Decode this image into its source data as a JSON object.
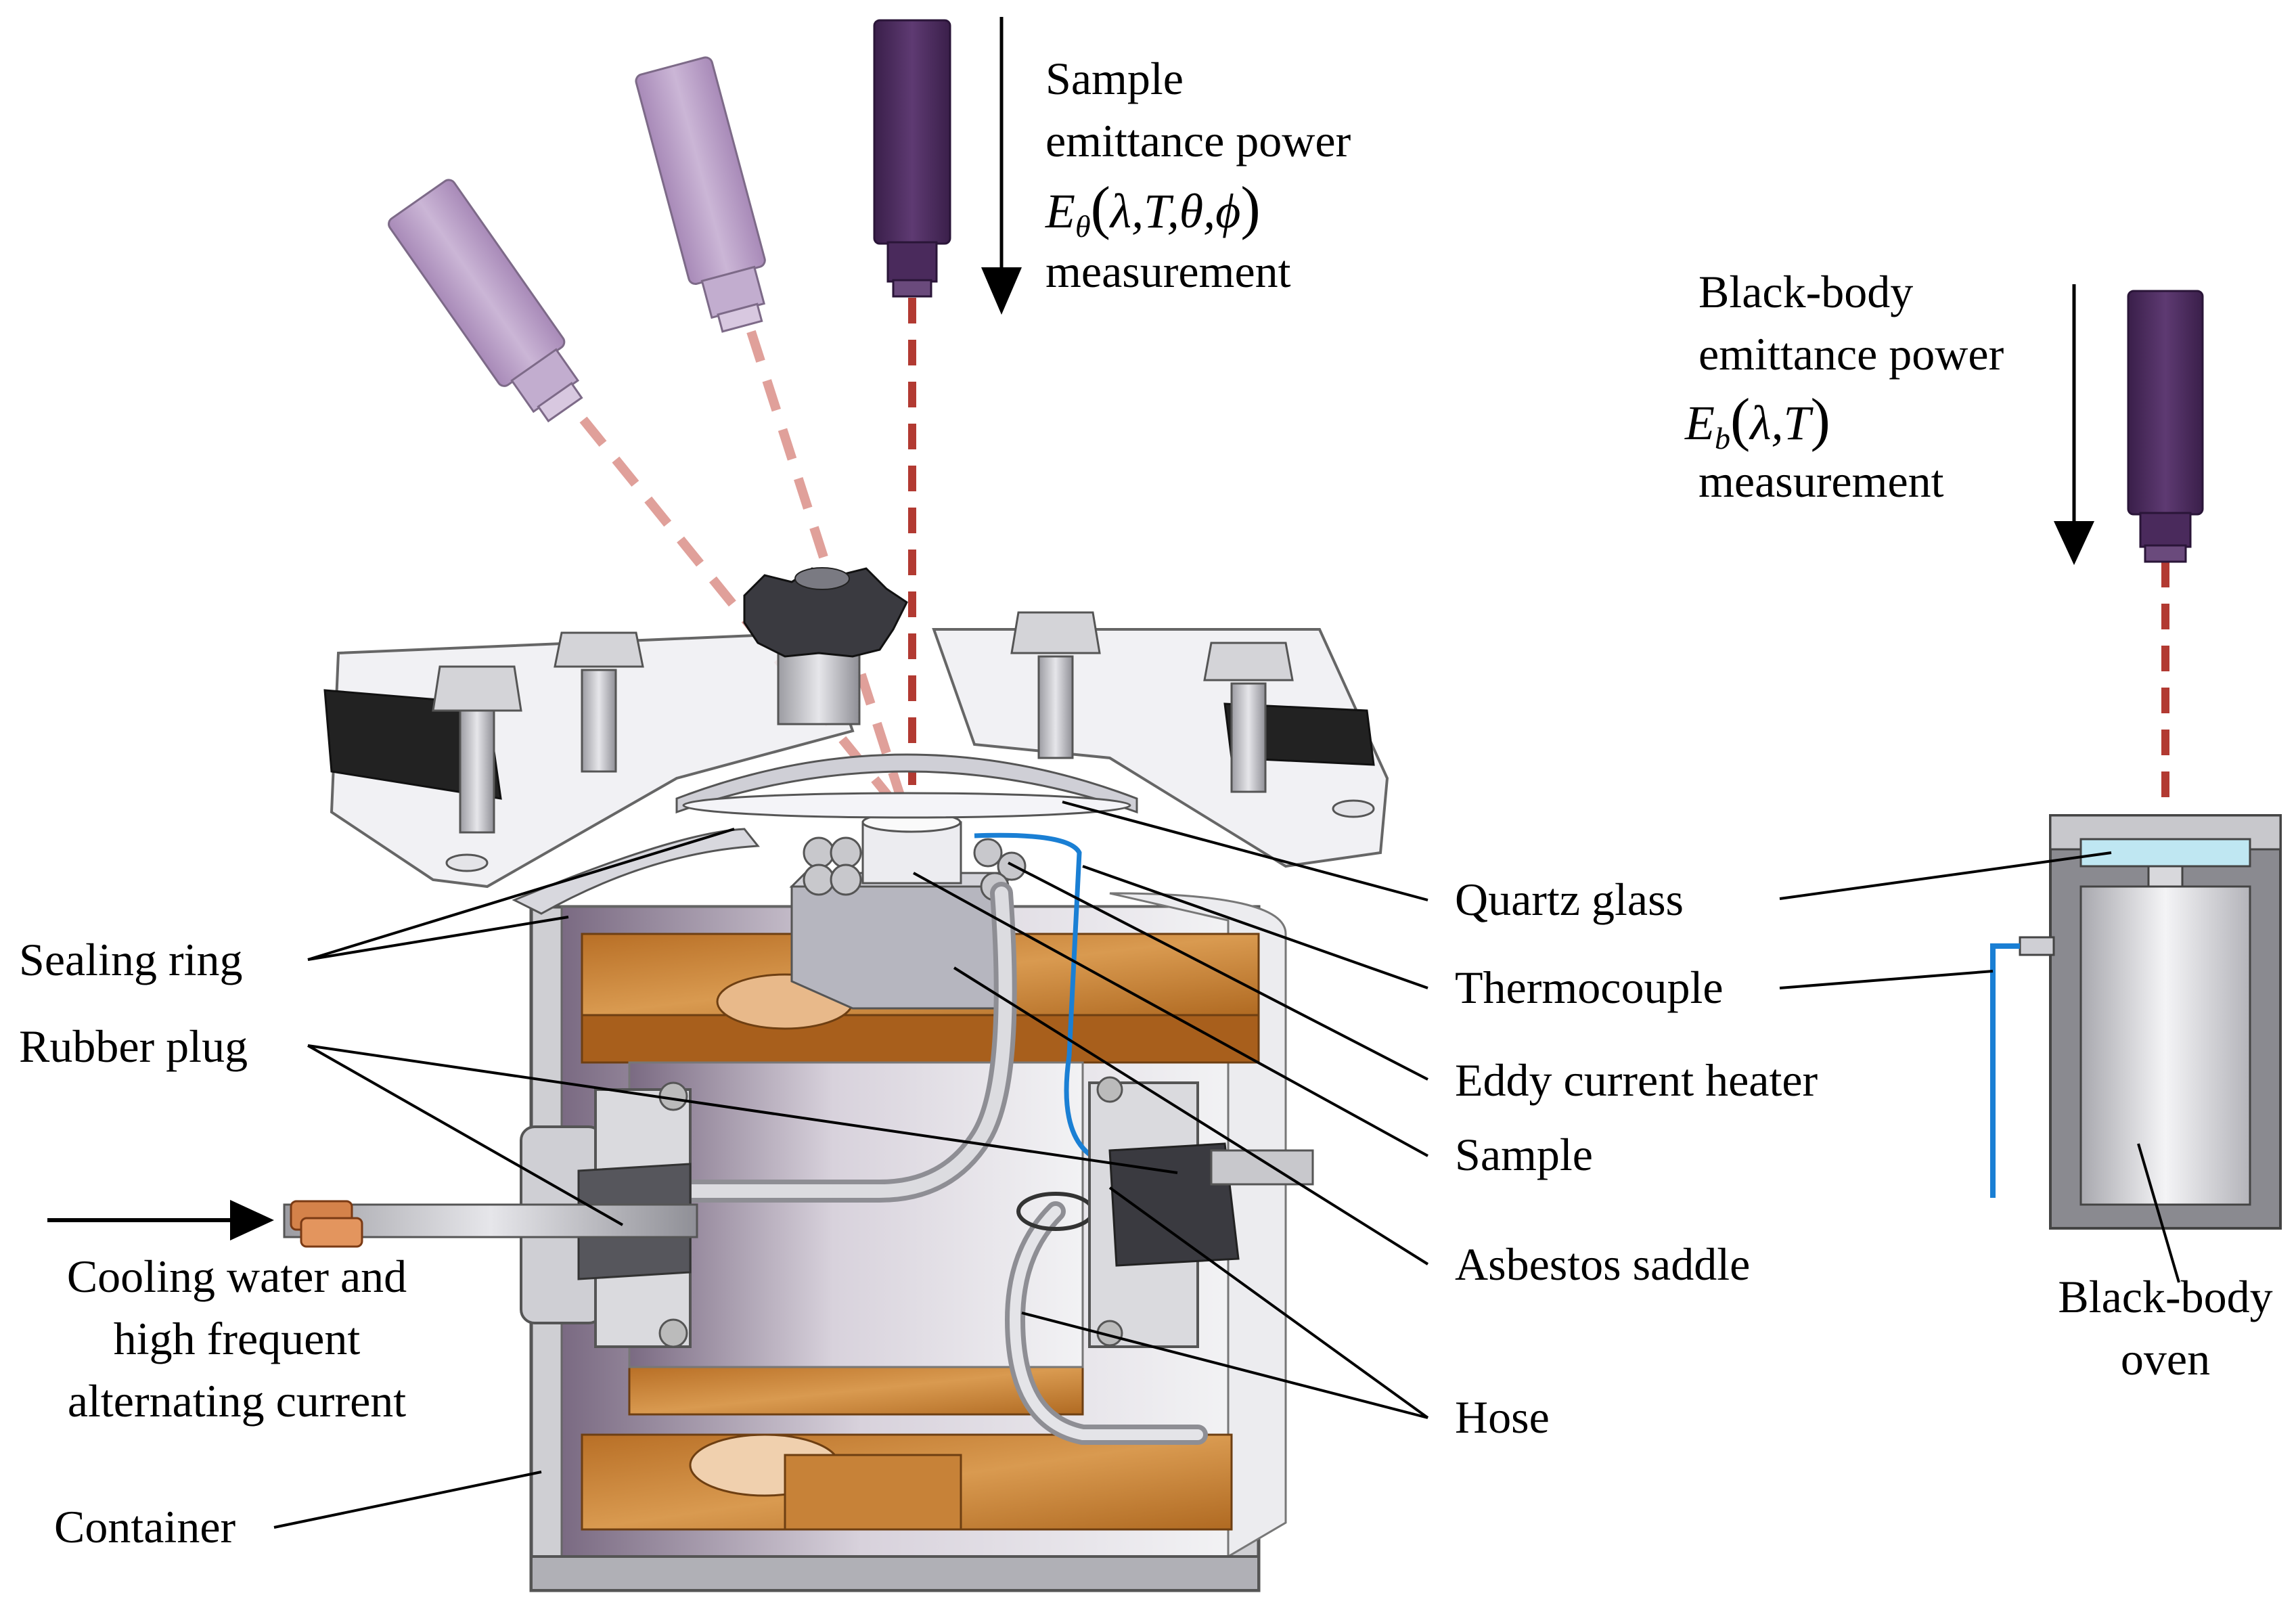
{
  "labels": {
    "sample_power": [
      "Sample",
      "emittance power"
    ],
    "sample_symbol": "E",
    "sample_sub": "θ",
    "sample_args": "λ,T,θ,ϕ",
    "sample_measurement": "measurement",
    "bb_power": [
      "Black-body",
      "emittance power"
    ],
    "bb_symbol": "E",
    "bb_sub": "b",
    "bb_args": "λ,T",
    "bb_measurement": "measurement",
    "sealing_ring": "Sealing ring",
    "rubber_plug": "Rubber plug",
    "cooling": [
      "Cooling water and",
      "high frequent",
      "alternating current"
    ],
    "container": "Container",
    "quartz_glass": "Quartz glass",
    "thermocouple": "Thermocouple",
    "eddy_heater": "Eddy current heater",
    "sample": "Sample",
    "asbestos_saddle": "Asbestos saddle",
    "hose": "Hose",
    "bb_oven": [
      "Black-body",
      "oven"
    ]
  },
  "colors": {
    "detector_dark": "#4a2a5c",
    "detector_light": "#b49ac4",
    "beam": "#b23a32",
    "beam_light": "#e0a09a",
    "wood": "#c9843a",
    "metal": "#b8b8bc",
    "thermocouple_wire": "#1a7fd4",
    "quartz": "#bfe7f2"
  }
}
